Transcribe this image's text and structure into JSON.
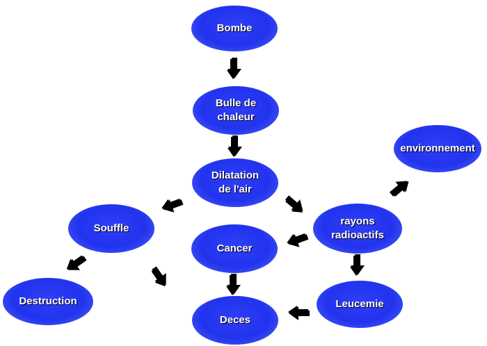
{
  "nodes": {
    "bombe": "Bombe",
    "bulle": "Bulle de chaleur",
    "dilatation": "Dilatation de l'air",
    "souffle": "Souffle",
    "destruction": "Destruction",
    "cancer": "Cancer",
    "deces": "Deces",
    "rayons": "rayons radioactifs",
    "leucemie": "Leucemie",
    "environnement": "environnement"
  },
  "colors": {
    "node_fill": "#2233ee",
    "node_text": "#ffffff",
    "arrow_fill": "#ffffff",
    "arrow_stroke": "#000000"
  }
}
